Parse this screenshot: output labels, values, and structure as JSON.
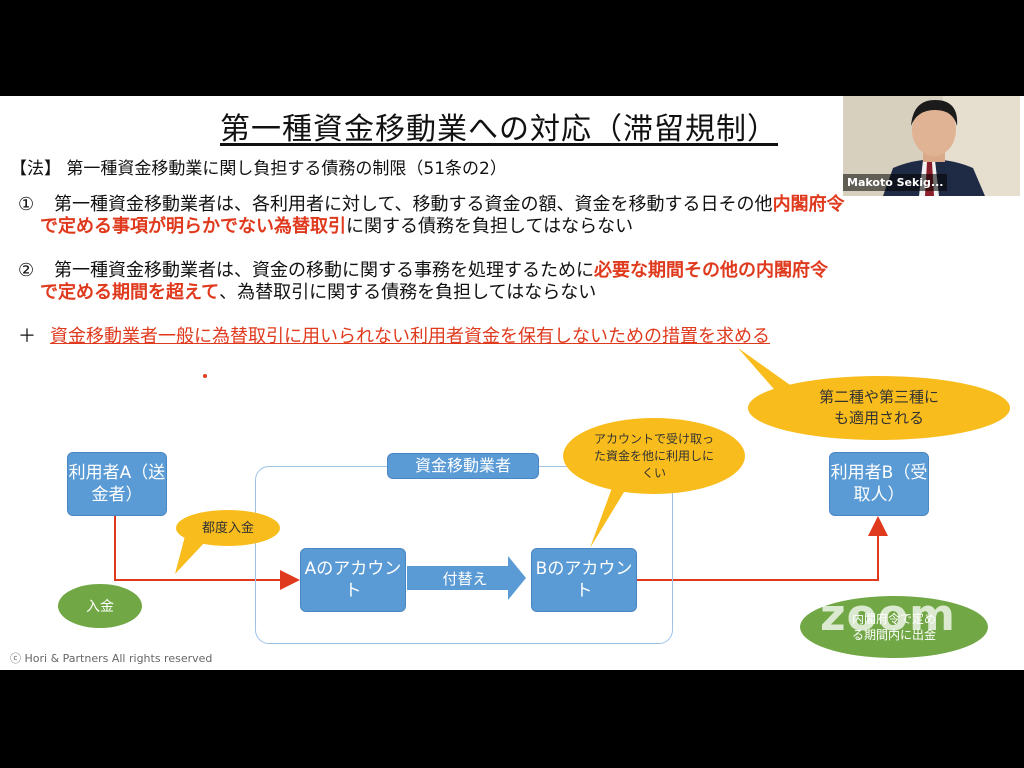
{
  "slide": {
    "title": "第一種資金移動業への対応（滞留規制）",
    "law_heading": "【法】 第一種資金移動業に関し負担する債務の制限（51条の2）",
    "point1": {
      "num": "①",
      "text_a": "第一種資金移動業者は、各利用者に対して、移動する資金の額、資金を移動する日その他",
      "red_a": "内閣府令",
      "red_b": "で定める事項が明らかでない為替取引",
      "text_b": "に関する債務を負担してはならない"
    },
    "point2": {
      "num": "②",
      "text_a": "第一種資金移動業者は、資金の移動に関する事務を処理するために",
      "red_a": "必要な期間その他の内閣府令",
      "red_b": "で定める期間を超えて",
      "text_b": "、為替取引に関する債務を負担してはならない"
    },
    "plus": {
      "mark": "＋",
      "text": "資金移動業者一般に為替取引に用いられない利用者資金を保有しないための措置を求める"
    },
    "bubble_top": "第二種や第三種にも適用される",
    "bubble_account": "アカウントで受け取った資金を他に利用しにくい",
    "bubble_deposit": "都度入金",
    "container_label": "資金移動業者",
    "user_a": "利用者A（送金者）",
    "user_b": "利用者B（受取人）",
    "account_a": "Aのアカウント",
    "account_b": "Bのアカウント",
    "transfer": "付替え",
    "deposit": "入金",
    "withdraw": "内閣府令で定める期間内に出金",
    "copyright": "ⓒ Hori & Partners All rights reserved"
  },
  "video": {
    "participant_name": "Makoto Sekig..."
  },
  "watermark": "zoom",
  "colors": {
    "accent_red": "#e03a1e",
    "box_blue": "#5b9bd5",
    "bubble_yellow": "#f8bc1c",
    "green": "#71a745"
  }
}
